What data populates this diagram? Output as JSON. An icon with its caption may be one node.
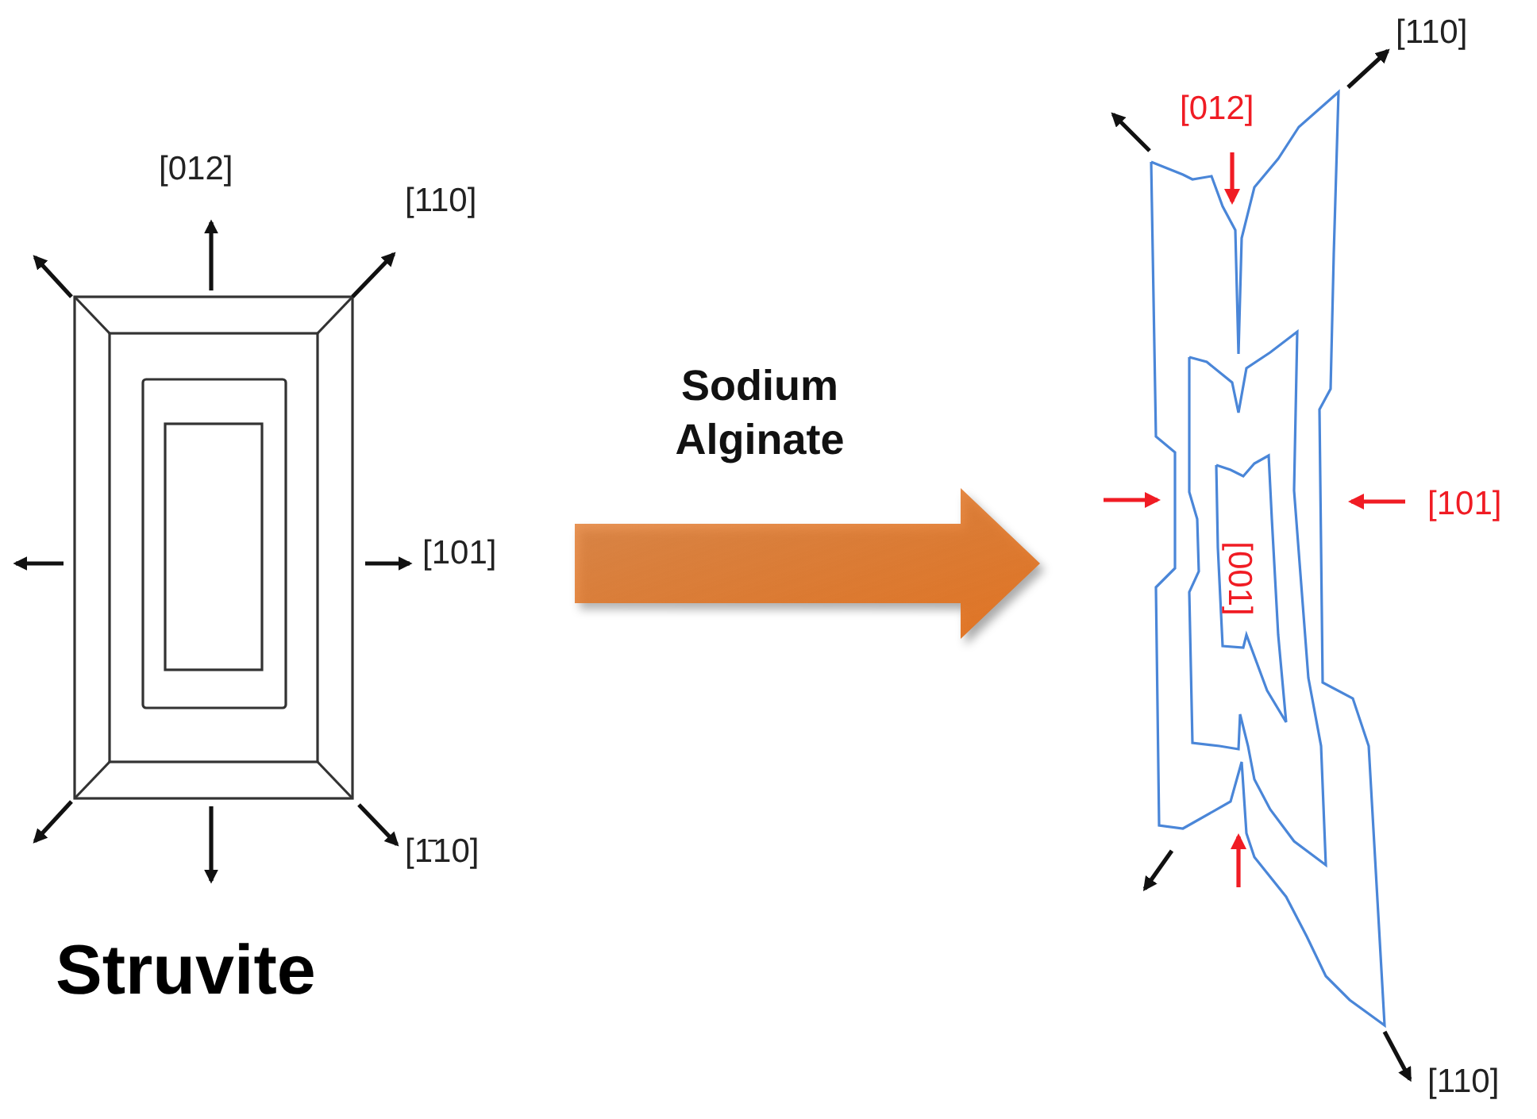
{
  "diagram": {
    "nodes": [
      {
        "text": [],
        "shape": "picture",
        "beside": [
          "Struvite"
        ]
      },
      {
        "text": [],
        "shape": "picture"
      }
    ],
    "edges": [
      {
        "from": 0,
        "to": 1,
        "arrow": "to",
        "label": "Sodium Alginate",
        "style": "thick",
        "color": "#e07424"
      }
    ],
    "labels": [
      "[012]",
      "[110]",
      "[101]",
      "[1̄10]",
      "[110]",
      "[012]",
      "[101]",
      "[001]",
      "[110]"
    ]
  }
}
